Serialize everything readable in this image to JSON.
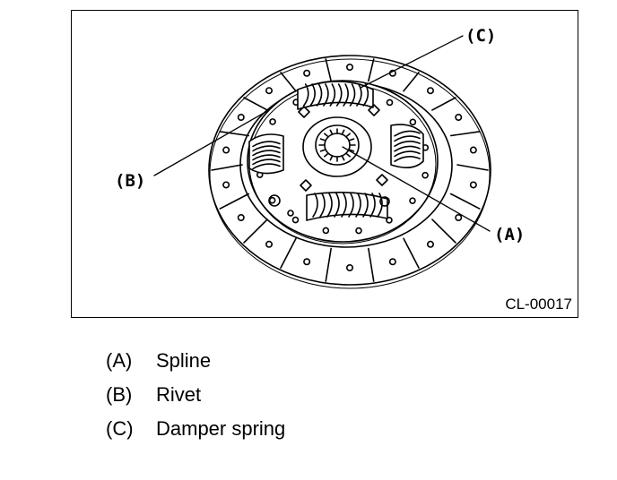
{
  "figure": {
    "id": "CL-00017",
    "callouts": {
      "A": "(A)",
      "B": "(B)",
      "C": "(C)"
    }
  },
  "legend": [
    {
      "key": "(A)",
      "text": "Spline"
    },
    {
      "key": "(B)",
      "text": "Rivet"
    },
    {
      "key": "(C)",
      "text": "Damper spring"
    }
  ]
}
